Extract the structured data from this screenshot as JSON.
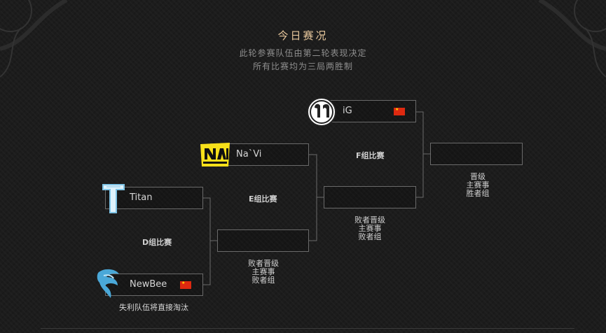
{
  "header": {
    "title": "今日赛况",
    "subtitle_1": "此轮参赛队伍由第二轮表现决定",
    "subtitle_2": "所有比赛均为三局两胜制"
  },
  "teams": {
    "titan": {
      "name": "Titan"
    },
    "newbee": {
      "name": "NewBee"
    },
    "navi": {
      "name": "Na`Vi"
    },
    "ig": {
      "name": "iG"
    }
  },
  "groups": {
    "d": "D组比赛",
    "e": "E组比赛",
    "f": "F组比赛"
  },
  "notes": {
    "d_loser": "失利队伍将直接淘汰",
    "d_winner": [
      "败者晋级",
      "主赛事",
      "败者组"
    ],
    "e_winner": [
      "败者晋级",
      "主赛事",
      "败者组"
    ],
    "f_winner": [
      "晋级",
      "主赛事",
      "胜者组"
    ]
  },
  "colors": {
    "title": "#e7c79c",
    "flag_red": "#de2910",
    "flag_star": "#ffde00",
    "navi_yellow": "#f7e01a",
    "titan_blue": "#7fc4e6",
    "newbee_blue": "#4aa8d8"
  },
  "icons": [
    "china-flag-icon",
    "ig-logo-icon",
    "navi-logo-icon",
    "titan-logo-icon",
    "newbee-logo-icon"
  ]
}
